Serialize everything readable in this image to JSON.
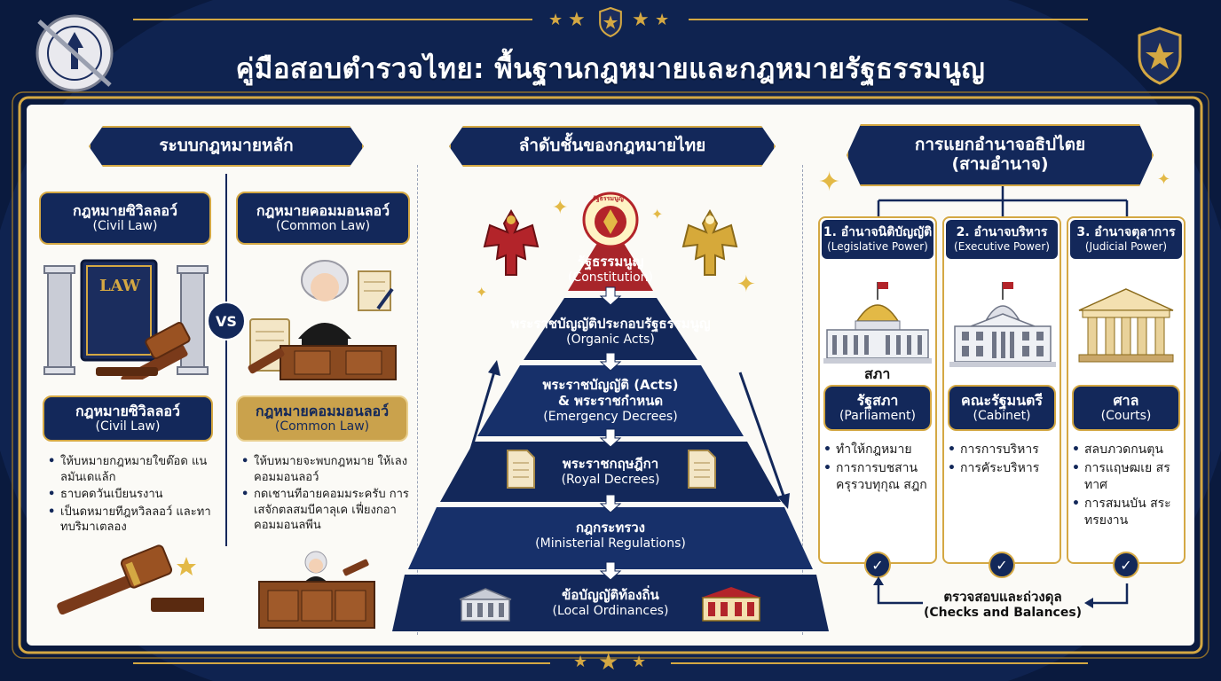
{
  "title": "คู่มือสอบตำรวจไทย: พื้นฐานกฎหมายและกฎหมายรัฐธรรมนูญ",
  "colors": {
    "navy": "#13285a",
    "gold": "#d4a843",
    "red": "#b3242a",
    "panel": "#fbfaf6"
  },
  "icons": [
    "police-badge-icon",
    "emblem-seal-icon",
    "star-icon",
    "garuda-icon",
    "gavel-icon",
    "judge-icon",
    "scroll-icon",
    "building-icon",
    "check-icon"
  ],
  "left": {
    "header": "ระบบกฎหมายหลัก",
    "civil_top": {
      "th": "กฎหมายซิวิลลอว์",
      "en": "(Civil Law)"
    },
    "common_top": {
      "th": "กฎหมายคอมมอนลอว์",
      "en": "(Common Law)"
    },
    "vs": "VS",
    "book_label": "LAW",
    "civil_bottom": {
      "th": "กฎหมายซิวิลลอว์",
      "en": "(Civil Law)"
    },
    "common_bottom": {
      "th": "กฎหมายคอมมอนลอว์",
      "en": "(Common Law)"
    },
    "civil_bullets": [
      "ให้บหมายกฎหมายใขต๊อด แนลมันเดแล้ก",
      "ธาบคดวันเบียนรงาน",
      "เป็นดหมายทีฎหวิลลอว์ และทาทบริมาเตลอง"
    ],
    "common_bullets": [
      "ให้บหมายจะพบกฎหมาย ให้เลงคอมมอนลอว์",
      "กดเชานทีอายคอมมระครับ การเสจักตลสมบีคาลุเค เฟี่ยงกอาคอมมอนลพีน"
    ]
  },
  "middle": {
    "header": "ลำดับชั้นของกฎหมายไทย",
    "seal_text": "รัฐธรรมนูญ",
    "levels": [
      {
        "th": "รัฐธรรมนูญ",
        "en": "(Constitution)"
      },
      {
        "th": "พระราชบัญญัติประกอบรัฐธรรมนูญ",
        "en": "(Organic Acts)"
      },
      {
        "th": "พระราชบัญญัติ (Acts)",
        "th2": "& พระราชกำหนด",
        "en": "(Emergency Decrees)"
      },
      {
        "th": "พระราชกฤษฎีกา",
        "en": "(Royal Decrees)"
      },
      {
        "th": "กฎกระทรวง",
        "en": "(Ministerial Regulations)"
      },
      {
        "th": "ข้อบัญญัติท้องถิ่น",
        "en": "(Local Ordinances)"
      }
    ]
  },
  "right": {
    "header_th": "การแยกอำนาจอธิปไตย",
    "header_sub": "(สามอำนาจ)",
    "columns": [
      {
        "head_th": "1. อำนาจนิติบัญญัติ",
        "head_en": "(Legislative Power)",
        "caption": "สภา",
        "org_th": "รัฐสภา",
        "org_en": "(Parliament)",
        "bullets": [
          "ทำให้กฎหมาย",
          "การการบชสาน ครุรวบทุกุณ สฎก"
        ]
      },
      {
        "head_th": "2. อำนาจบริหาร",
        "head_en": "(Executive Power)",
        "caption": "",
        "org_th": "คณะรัฐมนตรี",
        "org_en": "(Cabinet)",
        "bullets": [
          "การการบริหาร",
          "การคัระบริหาร"
        ]
      },
      {
        "head_th": "3. อำนาจตุลาการ",
        "head_en": "(Judicial Power)",
        "caption": "",
        "org_th": "ศาล",
        "org_en": "(Courts)",
        "bullets": [
          "สลบภวดกนตุน",
          "การแฤษฒเย สรทาศ",
          "การสมนบัน สระทรยงาน"
        ]
      }
    ],
    "checks_th": "ตรวจสอบและถ่วงดุล",
    "checks_en": "(Checks and Balances)"
  }
}
